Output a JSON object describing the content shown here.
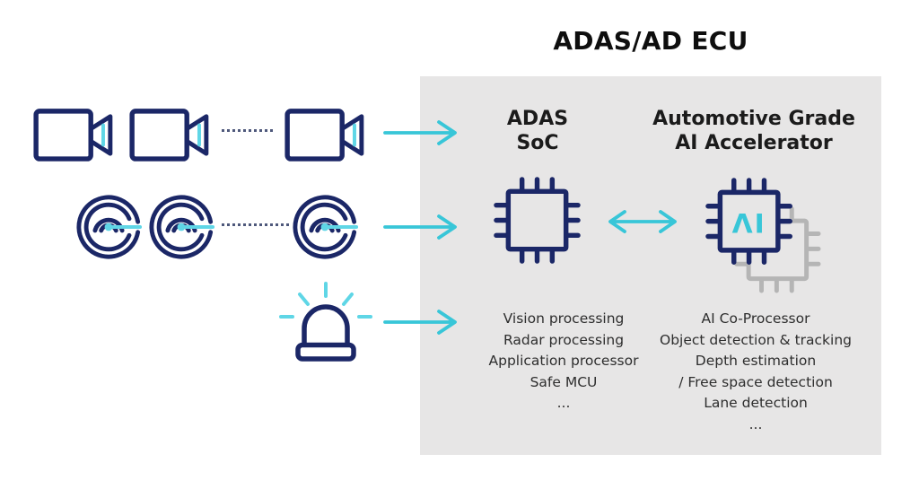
{
  "title": "ADAS/AD ECU",
  "colors": {
    "navy": "#1b2767",
    "cyan": "#38c6d8",
    "cyan_light": "#5fd6e6",
    "panel_bg": "#e7e6e6",
    "ghost_chip": "#b5b5b5",
    "dots": "#4e587b",
    "title_text": "#0e0e0e",
    "body_text": "#2e2e2e"
  },
  "icons": {
    "camera": "video-camera-icon",
    "radar": "radar-icon",
    "beacon": "siren-light-icon",
    "input_arrow": "arrow-right-icon",
    "link_arrow": "double-headed-arrow-icon",
    "soc_chip": "processor-chip-icon",
    "ai_chip": "ai-processor-chip-icon"
  },
  "ecu": {
    "soc": {
      "name_lines": [
        "ADAS",
        "SoC"
      ],
      "features": [
        "Vision processing",
        "Radar processing",
        "Application processor",
        "Safe MCU",
        "..."
      ]
    },
    "accelerator": {
      "name_lines": [
        "Automotive Grade",
        "AI Accelerator"
      ],
      "chip_label": "ΛI",
      "features": [
        "AI Co-Processor",
        "Object detection & tracking",
        "Depth estimation",
        "/ Free space detection",
        "Lane detection",
        "..."
      ]
    }
  }
}
